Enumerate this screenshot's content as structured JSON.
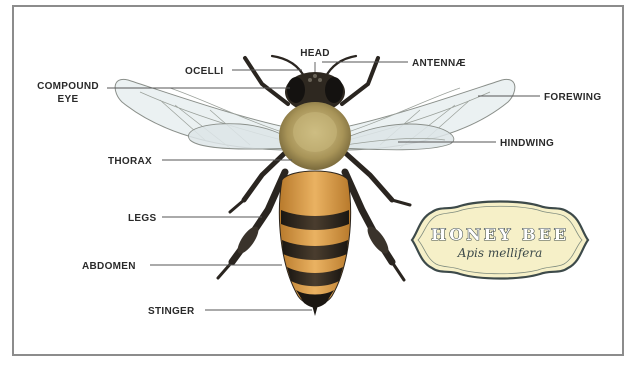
{
  "labels": {
    "head": "HEAD",
    "ocelli": "OCELLI",
    "antennae": "ANTENNÆ",
    "compound_eye_line1": "COMPOUND",
    "compound_eye_line2": "EYE",
    "forewing": "FOREWING",
    "hindwing": "HINDWING",
    "thorax": "THORAX",
    "legs": "LEGS",
    "abdomen": "ABDOMEN",
    "stinger": "STINGER"
  },
  "plaque": {
    "title": "HONEY BEE",
    "subtitle": "Apis mellifera"
  },
  "colors": {
    "frame": "#8c8c8c",
    "label_text": "#2a2a2a",
    "plaque_fill": "#f6f0c8",
    "plaque_border": "#3d4a4a",
    "abdomen_band": "#d99a3c",
    "abdomen_stripe": "#2b241c",
    "thorax": "#b9a66a",
    "wing": "#e8eef0"
  }
}
